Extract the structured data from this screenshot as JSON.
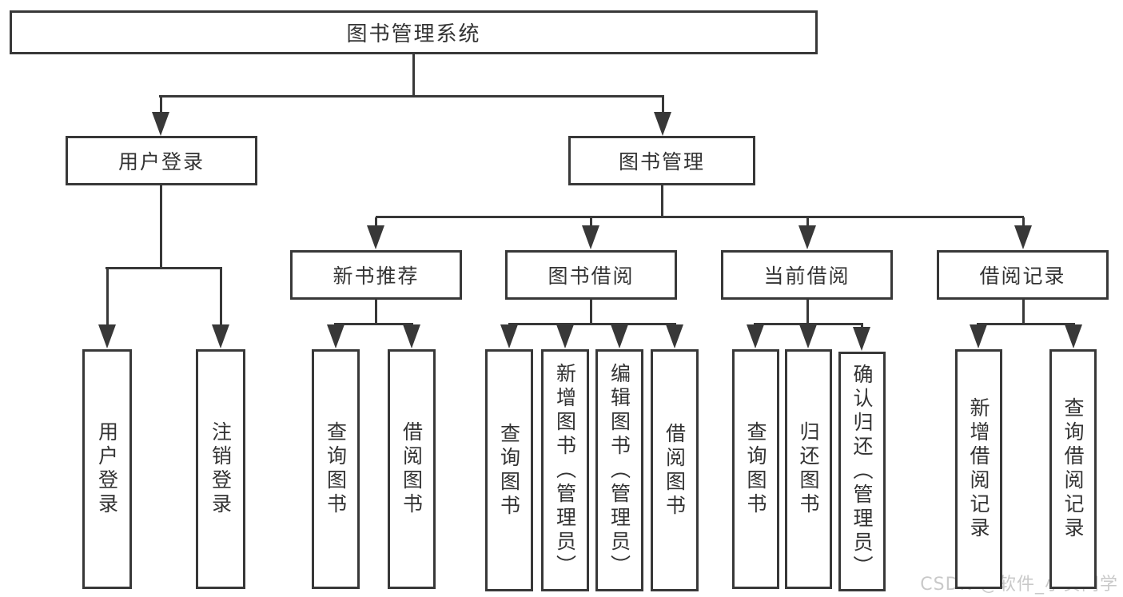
{
  "diagram_title": "图书管理系统",
  "watermark": {
    "text": "CSDN @软件_小贺同学"
  },
  "colors": {
    "line": "#383838",
    "text": "#333333",
    "background": "#ffffff",
    "watermark": "#c9c9c9"
  },
  "nodes": [
    {
      "id": "root",
      "label": "图书管理系统"
    },
    {
      "id": "login",
      "label": "用户登录"
    },
    {
      "id": "mgmt",
      "label": "图书管理"
    },
    {
      "id": "login-user",
      "label": "用户登录"
    },
    {
      "id": "login-logout",
      "label": "注销登录"
    },
    {
      "id": "rec",
      "label": "新书推荐"
    },
    {
      "id": "borrow",
      "label": "图书借阅"
    },
    {
      "id": "current",
      "label": "当前借阅"
    },
    {
      "id": "record",
      "label": "借阅记录"
    },
    {
      "id": "rec-query",
      "label": "查询图书"
    },
    {
      "id": "rec-borrow",
      "label": "借阅图书"
    },
    {
      "id": "borrow-query",
      "label": "查询图书"
    },
    {
      "id": "borrow-add",
      "label": "新增图书（管理员）"
    },
    {
      "id": "borrow-edit",
      "label": "编辑图书（管理员）"
    },
    {
      "id": "borrow-lend",
      "label": "借阅图书"
    },
    {
      "id": "cur-query",
      "label": "查询图书"
    },
    {
      "id": "cur-return",
      "label": "归还图书"
    },
    {
      "id": "cur-confirm",
      "label": "确认归还（管理员）"
    },
    {
      "id": "record-add",
      "label": "新增借阅记录"
    },
    {
      "id": "record-query",
      "label": "查询借阅记录"
    }
  ],
  "hierarchy": {
    "图书管理系统": [
      "用户登录",
      "图书管理"
    ],
    "用户登录": [
      "用户登录",
      "注销登录"
    ],
    "图书管理": [
      "新书推荐",
      "图书借阅",
      "当前借阅",
      "借阅记录"
    ],
    "新书推荐": [
      "查询图书",
      "借阅图书"
    ],
    "图书借阅": [
      "查询图书",
      "新增图书（管理员）",
      "编辑图书（管理员）",
      "借阅图书"
    ],
    "当前借阅": [
      "查询图书",
      "归还图书",
      "确认归还（管理员）"
    ],
    "借阅记录": [
      "新增借阅记录",
      "查询借阅记录"
    ]
  }
}
